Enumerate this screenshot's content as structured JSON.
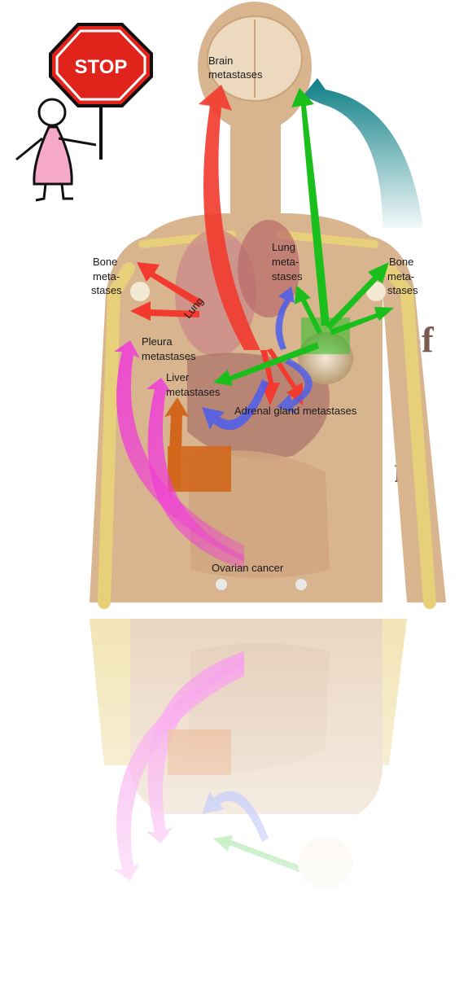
{
  "stop_sign": {
    "text": "STOP"
  },
  "background_fragments": {
    "of": "of",
    "nd": "nd"
  },
  "labels": {
    "brain": [
      "Brain",
      "metastases"
    ],
    "bone_left": [
      "Bone",
      "meta-",
      "stases"
    ],
    "bone_right": [
      "Bone",
      "meta-",
      "stases"
    ],
    "lung_meta": [
      "Lung",
      "meta-",
      "stases"
    ],
    "lung_organ": "Lung",
    "pleura": [
      "Pleura",
      "metastases"
    ],
    "liver": [
      "Liver",
      "metastases"
    ],
    "adrenal": "Adrenal gland metastases",
    "ovarian": "Ovarian cancer"
  },
  "colors": {
    "skin": "#d9b58f",
    "skeleton": "#e8cf7a",
    "red_arrow": "#f23a2e",
    "green_arrow": "#1bbf1b",
    "teal_arrow": "#0d7f86",
    "blue_arrow": "#4b5ef0",
    "magenta_arrow": "#f03cd8",
    "orange_arrow": "#d2661c",
    "stop_red": "#e0231b"
  }
}
